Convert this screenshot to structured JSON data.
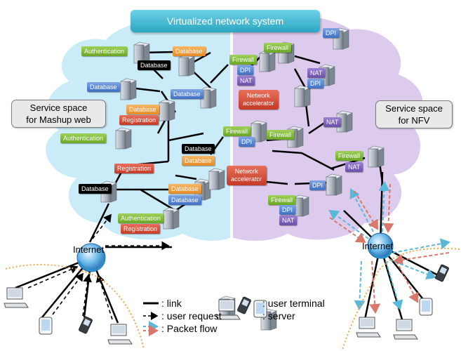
{
  "title": "Virtualized network system",
  "spaces": {
    "mashup": "Service space\nfor Mashup web",
    "nfv": "Service space\nfor NFV"
  },
  "internet_left": "Internet",
  "internet_right": "Internet",
  "labels": {
    "authentication": "Authentication",
    "database": "Database",
    "registration": "Registration",
    "firewall": "Firewall",
    "dpi": "DPI",
    "nat": "NAT",
    "network_accelerator": "Network\naccelerator"
  },
  "legend": {
    "link": ": link",
    "user_request": ": user request",
    "packet_flow": ": Packet flow",
    "user_terminal": ": user terminal",
    "server": ": server"
  },
  "colors": {
    "cloud_left": "#c9ecf8",
    "cloud_right": "#dccbec",
    "authentication": "#7cbd3c",
    "database_orange": "#ee9a3a",
    "database_blue": "#5a86d4",
    "database_black": "#000000",
    "registration": "#d9483a",
    "firewall": "#7cbd3c",
    "dpi": "#4f7fd0",
    "nat": "#7a5cb8",
    "accelerator": "#d44a35",
    "title": "#3ab6d0",
    "request_arrow": "#000000",
    "flow_cyan": "#5bb8d8",
    "flow_red": "#d9776a"
  },
  "icons": {
    "server": "server-icon",
    "pc": "desktop-pc-icon",
    "phone": "mobile-phone-icon",
    "tablet": "tablet-icon",
    "globe": "globe-icon"
  }
}
